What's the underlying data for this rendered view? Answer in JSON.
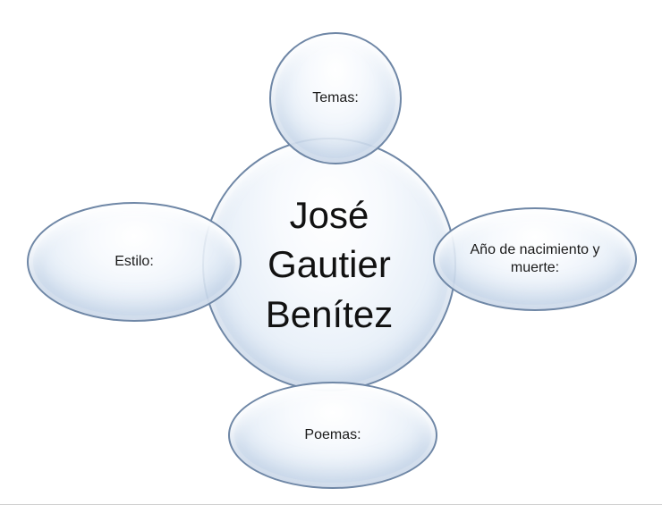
{
  "diagram": {
    "title": "José Gautier Benítez concept map",
    "center": {
      "label": "José Gautier Benítez",
      "lines": [
        "José",
        "Gautier",
        "Benítez"
      ]
    },
    "nodes": [
      {
        "id": "temas",
        "label": "Temas:",
        "position": "top"
      },
      {
        "id": "estilo",
        "label": "Estilo:",
        "position": "left"
      },
      {
        "id": "nacimiento",
        "label": "Año de nacimiento y muerte:",
        "position": "right"
      },
      {
        "id": "poemas",
        "label": "Poemas:",
        "position": "bottom"
      }
    ],
    "colors": {
      "bubble_border": "#6f87a6",
      "bubble_fill_light": "#f6f9fd",
      "bubble_fill_dark": "#cedded",
      "text": "#111111",
      "background": "#ffffff"
    }
  }
}
